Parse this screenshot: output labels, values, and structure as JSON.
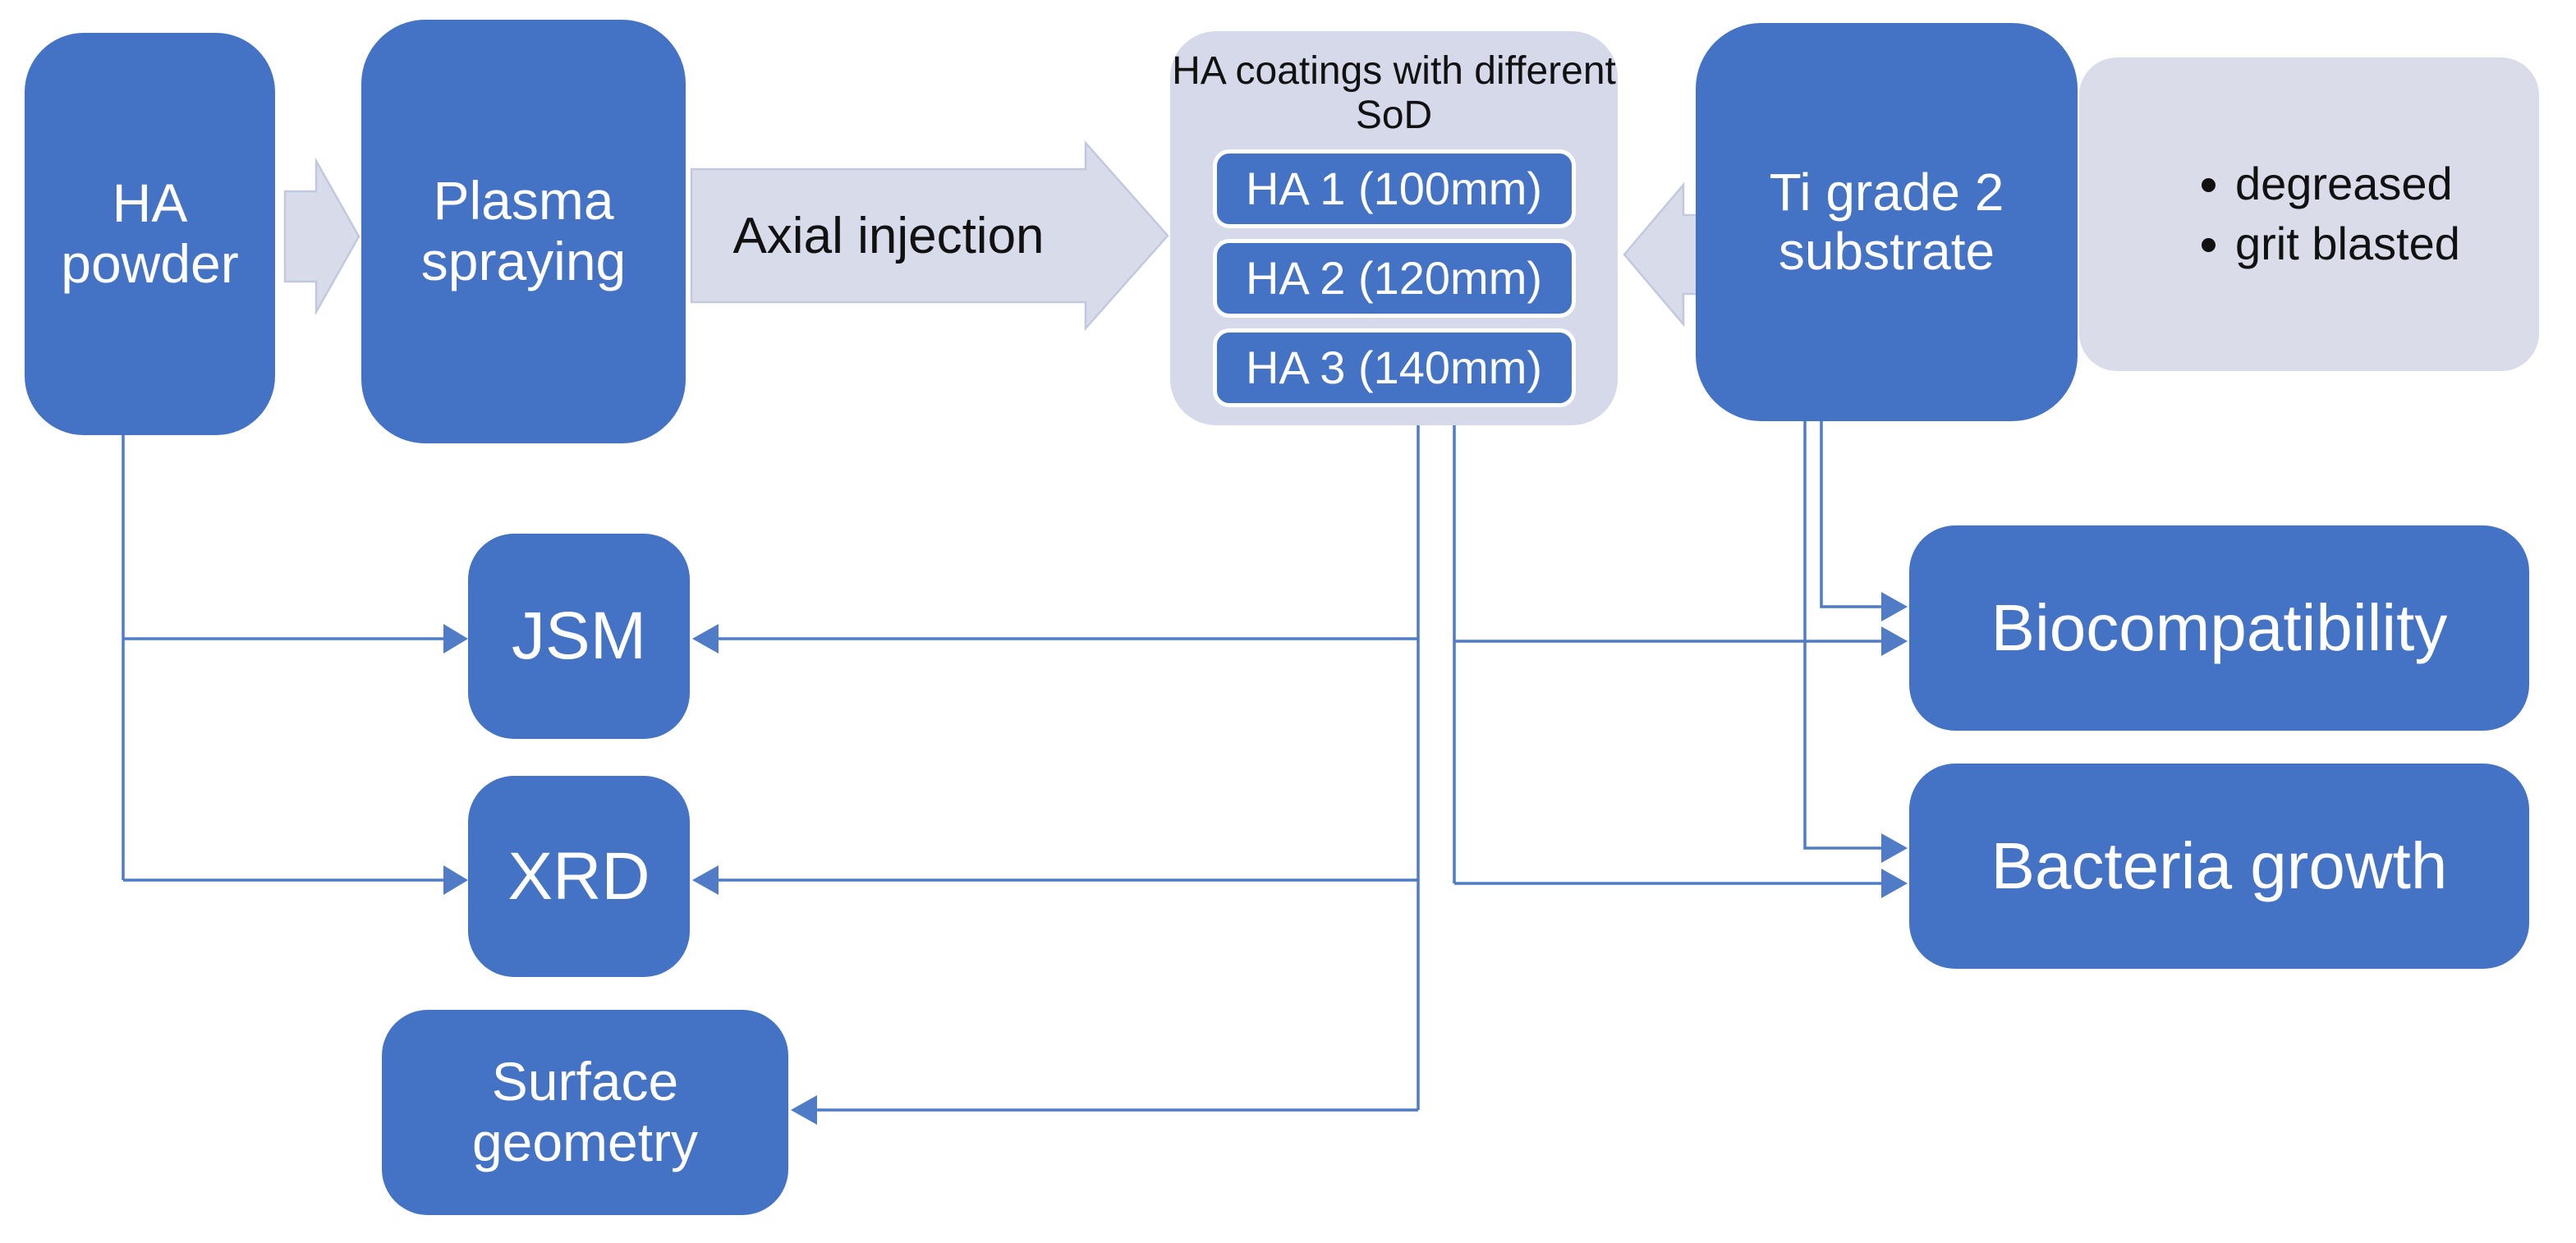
{
  "colors": {
    "accent": "#4472C4",
    "light_panel": "#D5D9E9",
    "light_panel2": "#DADCE9",
    "light_arrow": "#D8DBEA",
    "connector": "#4F7BC7"
  },
  "boxes": {
    "ha_powder": {
      "label": "HA powder"
    },
    "plasma_spraying": {
      "label": "Plasma spraying"
    },
    "ti_substrate": {
      "label": "Ti grade 2 substrate"
    },
    "jsm": {
      "label": "JSM"
    },
    "xrd": {
      "label": "XRD"
    },
    "surface_geometry": {
      "label": "Surface geometry"
    },
    "biocompatibility": {
      "label": "Biocompatibility"
    },
    "bacteria_growth": {
      "label": "Bacteria growth"
    }
  },
  "axial_arrow": {
    "label": "Axial injection"
  },
  "ha_coatings": {
    "title": "HA coatings with different SoD",
    "items": [
      {
        "label": "HA 1 (100mm)"
      },
      {
        "label": "HA 2 (120mm)"
      },
      {
        "label": "HA 3 (140mm)"
      }
    ]
  },
  "pretreatment": {
    "items": [
      "degreased",
      "grit blasted"
    ]
  }
}
